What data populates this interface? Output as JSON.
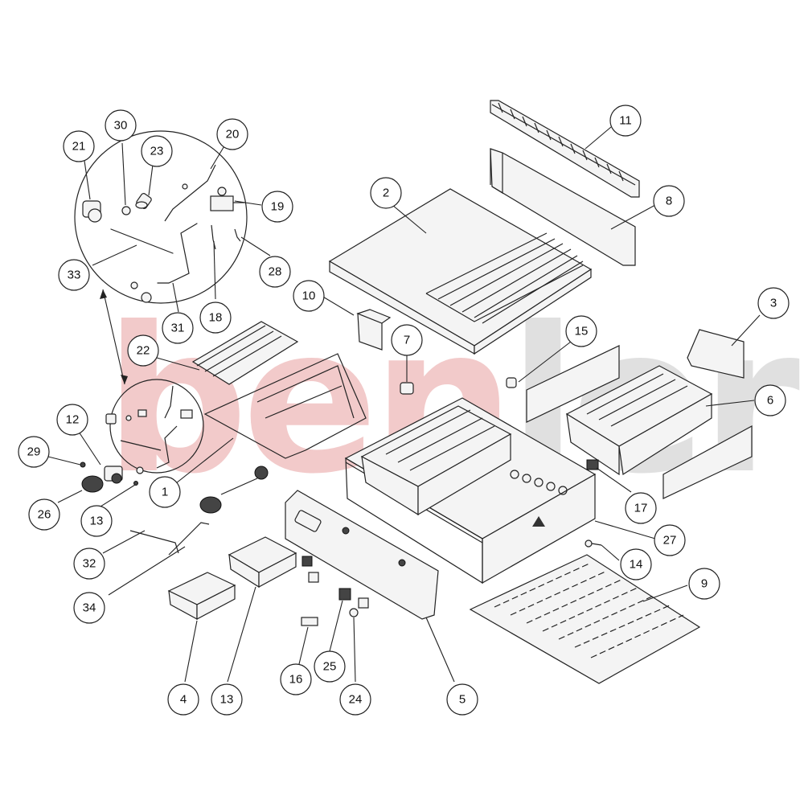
{
  "watermark": {
    "text": "benler",
    "colors": {
      "ben": "#e8a0a0",
      "ler": "#c8c8c8"
    }
  },
  "callouts": [
    {
      "label": "1"
    },
    {
      "label": "2"
    },
    {
      "label": "3"
    },
    {
      "label": "4"
    },
    {
      "label": "5"
    },
    {
      "label": "6"
    },
    {
      "label": "7"
    },
    {
      "label": "8"
    },
    {
      "label": "9"
    },
    {
      "label": "10"
    },
    {
      "label": "11"
    },
    {
      "label": "12"
    },
    {
      "label": "13"
    },
    {
      "label": "13"
    },
    {
      "label": "14"
    },
    {
      "label": "15"
    },
    {
      "label": "16"
    },
    {
      "label": "17"
    },
    {
      "label": "18"
    },
    {
      "label": "19"
    },
    {
      "label": "20"
    },
    {
      "label": "21"
    },
    {
      "label": "22"
    },
    {
      "label": "23"
    },
    {
      "label": "24"
    },
    {
      "label": "25"
    },
    {
      "label": "26"
    },
    {
      "label": "27"
    },
    {
      "label": "28"
    },
    {
      "label": "29"
    },
    {
      "label": "30"
    },
    {
      "label": "31"
    },
    {
      "label": "32"
    },
    {
      "label": "33"
    },
    {
      "label": "34"
    }
  ]
}
